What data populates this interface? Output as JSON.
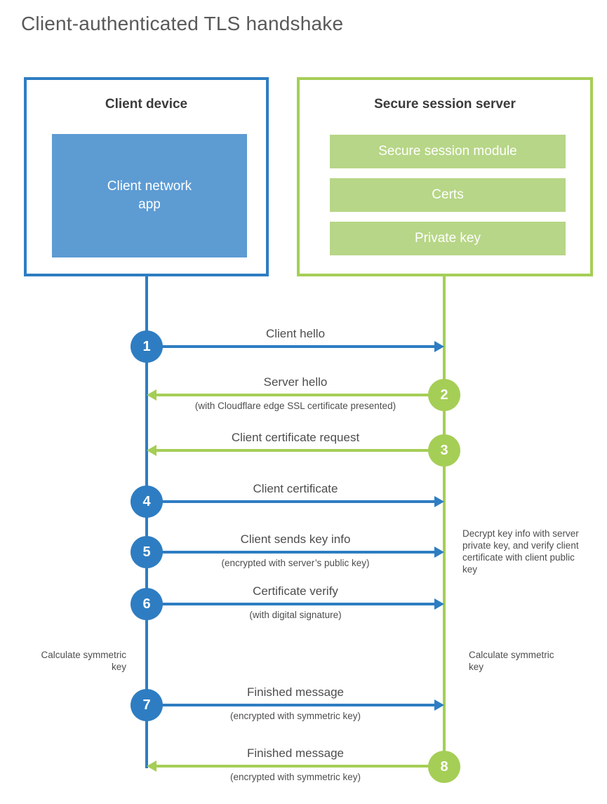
{
  "title": "Client-authenticated TLS handshake",
  "client": {
    "box_title": "Client device",
    "app_label": "Client network app"
  },
  "server": {
    "box_title": "Secure session server",
    "modules": [
      "Secure session module",
      "Certs",
      "Private key"
    ]
  },
  "steps": [
    {
      "num": "1",
      "direction": "right",
      "label": "Client hello",
      "sublabel": ""
    },
    {
      "num": "2",
      "direction": "left",
      "label": "Server hello",
      "sublabel": "(with Cloudflare edge SSL certificate presented)"
    },
    {
      "num": "3",
      "direction": "left",
      "label": "Client certificate request",
      "sublabel": ""
    },
    {
      "num": "4",
      "direction": "right",
      "label": "Client certificate",
      "sublabel": ""
    },
    {
      "num": "5",
      "direction": "right",
      "label": "Client sends key info",
      "sublabel": "(encrypted with server’s public key)"
    },
    {
      "num": "6",
      "direction": "right",
      "label": "Certificate verify",
      "sublabel": "(with digital signature)"
    },
    {
      "num": "7",
      "direction": "right",
      "label": "Finished message",
      "sublabel": "(encrypted with symmetric key)"
    },
    {
      "num": "8",
      "direction": "left",
      "label": "Finished message",
      "sublabel": "(encrypted with symmetric key)"
    }
  ],
  "annotations": {
    "decrypt_note": "Decrypt key info with server private key, and verify client certificate with client public key",
    "calculate_left": "Calculate symmetric key",
    "calculate_right": "Calculate symmetric key"
  },
  "colors": {
    "blue_stroke": "#2e7dc2",
    "blue_fill": "#5d9bd3",
    "green_stroke": "#a5ce56",
    "green_fill": "#b7d687",
    "text_dark": "#3b3b3b",
    "text_gray": "#4d4d4d"
  }
}
